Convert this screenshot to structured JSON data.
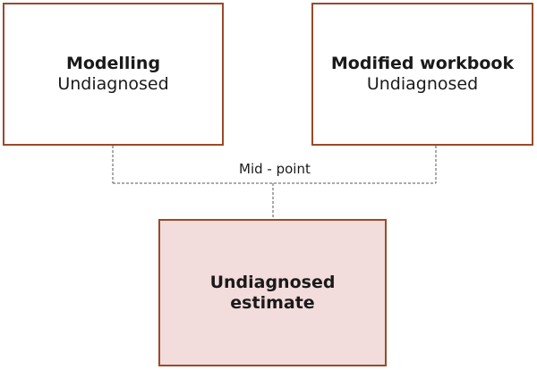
{
  "nodes": {
    "modelling": {
      "title": "Modelling",
      "subtitle": "Undiagnosed"
    },
    "modified_workbook": {
      "title": "Modified workbook",
      "subtitle": "Undiagnosed"
    },
    "estimate": {
      "line1": "Undiagnosed",
      "line2": "estimate"
    }
  },
  "connector": {
    "label": "Mid - point"
  },
  "colors": {
    "box_border": "#9a4a2a",
    "estimate_fill": "#f3dcdc",
    "connector_line": "#555555"
  }
}
